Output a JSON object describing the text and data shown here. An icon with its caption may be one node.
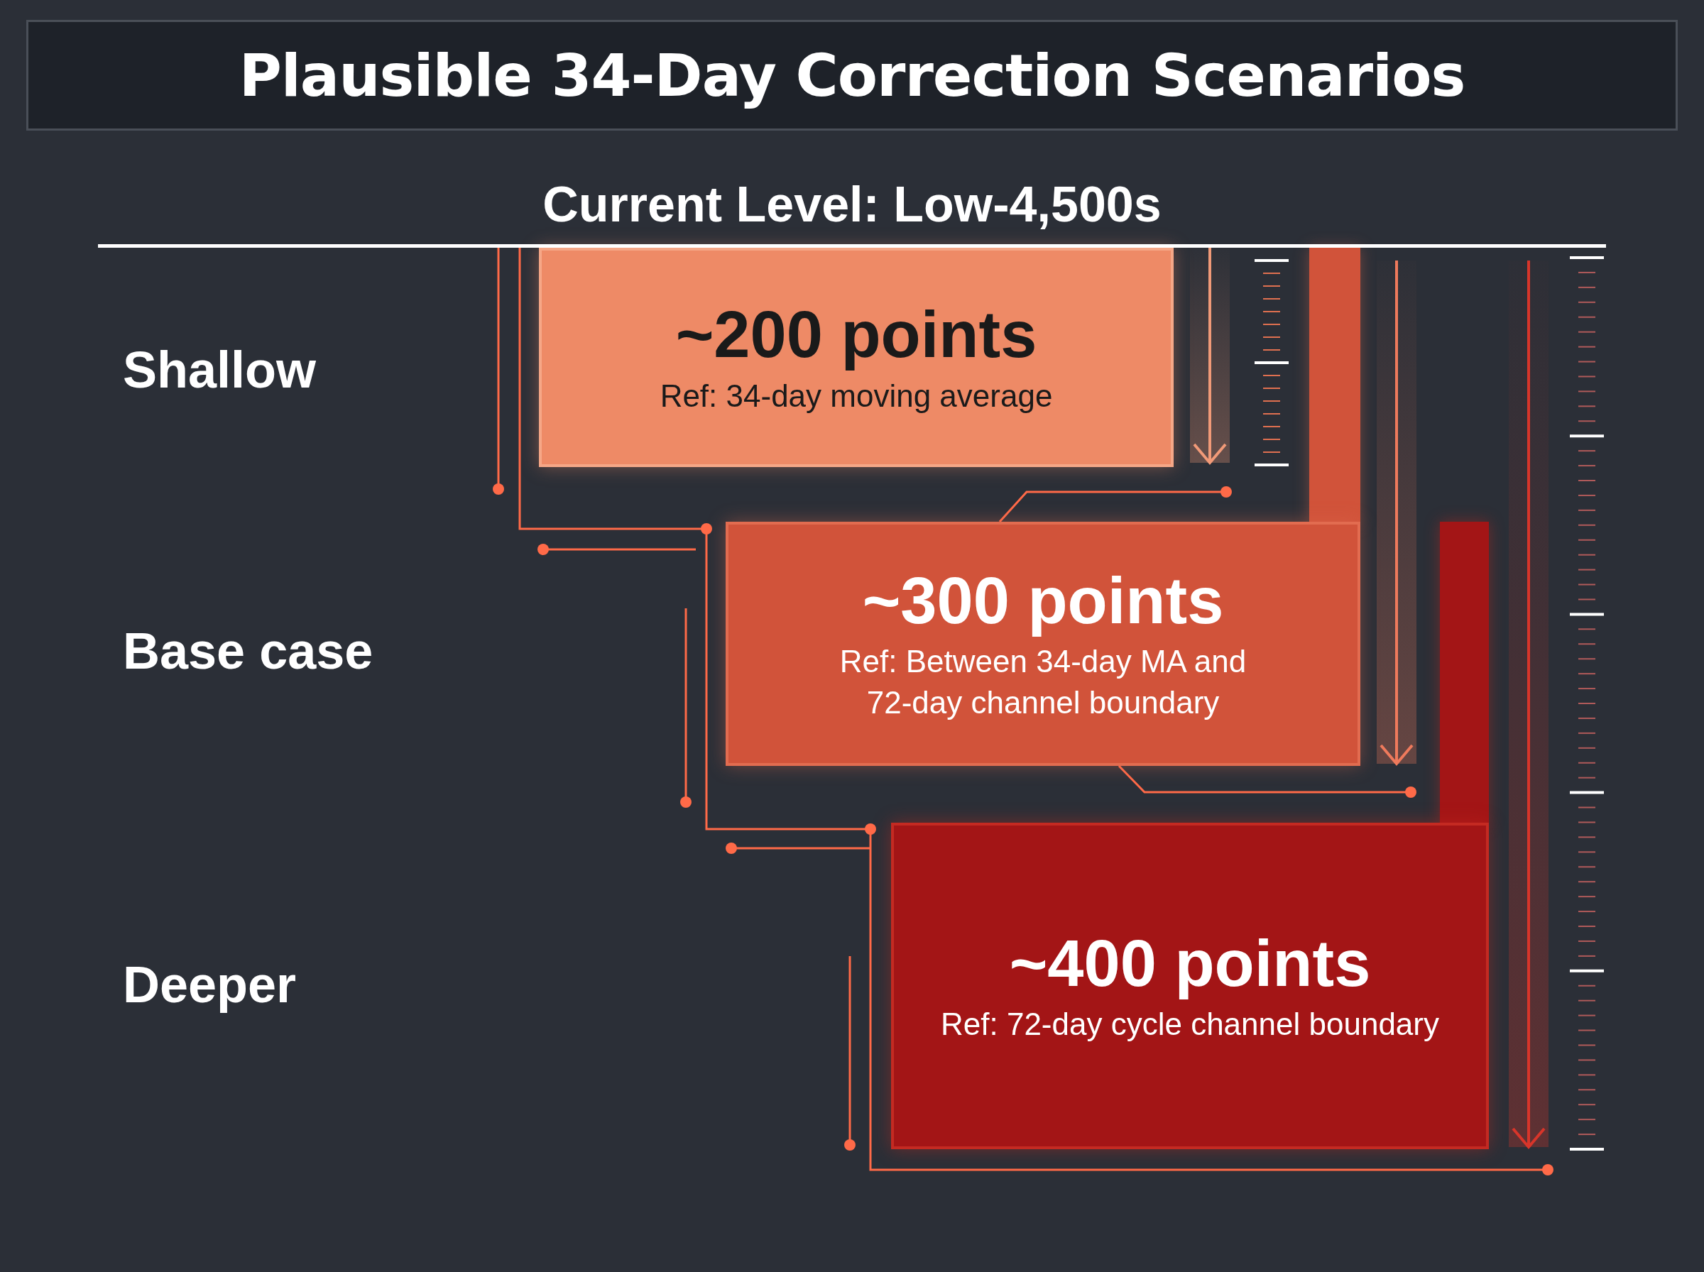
{
  "diagram": {
    "title": "Plausible 34-Day Correction Scenarios",
    "nodes": [
      {
        "text": [
          "~200 points",
          "Ref: 34-day moving average"
        ]
      },
      {
        "text": [
          "~300 points",
          "Ref: Between 34-day MA and 72-day channel boundary"
        ]
      },
      {
        "text": [
          "~400 points",
          "Ref: 72-day cycle channel boundary"
        ]
      },
      {
        "text": [],
        "shape": "bar"
      },
      {
        "text": [],
        "shape": "bar"
      }
    ],
    "edges": [],
    "labels": [
      "Current Level: Low-4,500s",
      "Shallow",
      "Base case",
      "Deeper"
    ]
  }
}
